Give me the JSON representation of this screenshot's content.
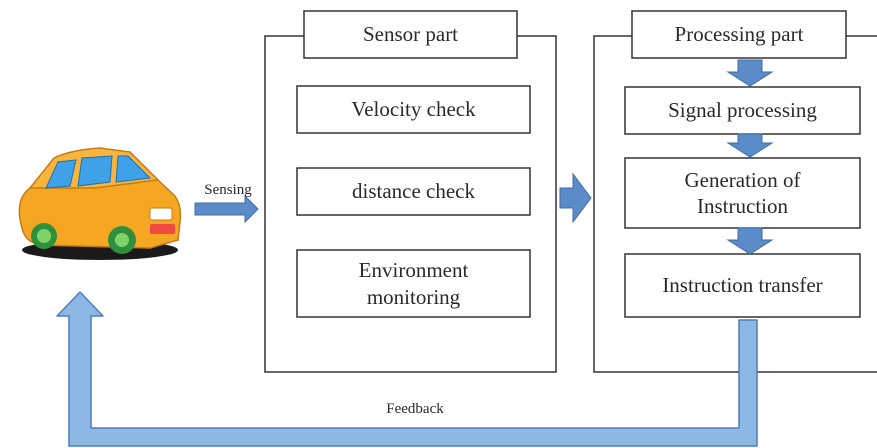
{
  "colors": {
    "arrow_fill": "#5b8cc9",
    "arrow_stroke": "#3f6ea5",
    "feedback_fill": "#8db8e6",
    "feedback_stroke": "#4f7fb8",
    "box_stroke": "#333333",
    "car_body": "#f5a623",
    "car_window": "#3fa1e8",
    "car_wheel": "#4caf50"
  },
  "icons": {
    "vehicle": "car-icon"
  },
  "edge_labels": {
    "sensing": "Sensing",
    "feedback": "Feedback"
  },
  "sensor": {
    "title": "Sensor part",
    "steps": [
      "Velocity check",
      "distance check",
      "Environment monitoring"
    ]
  },
  "processing": {
    "title": "Processing part",
    "steps": [
      "Signal processing",
      "Generation of Instruction",
      "Instruction transfer"
    ]
  }
}
